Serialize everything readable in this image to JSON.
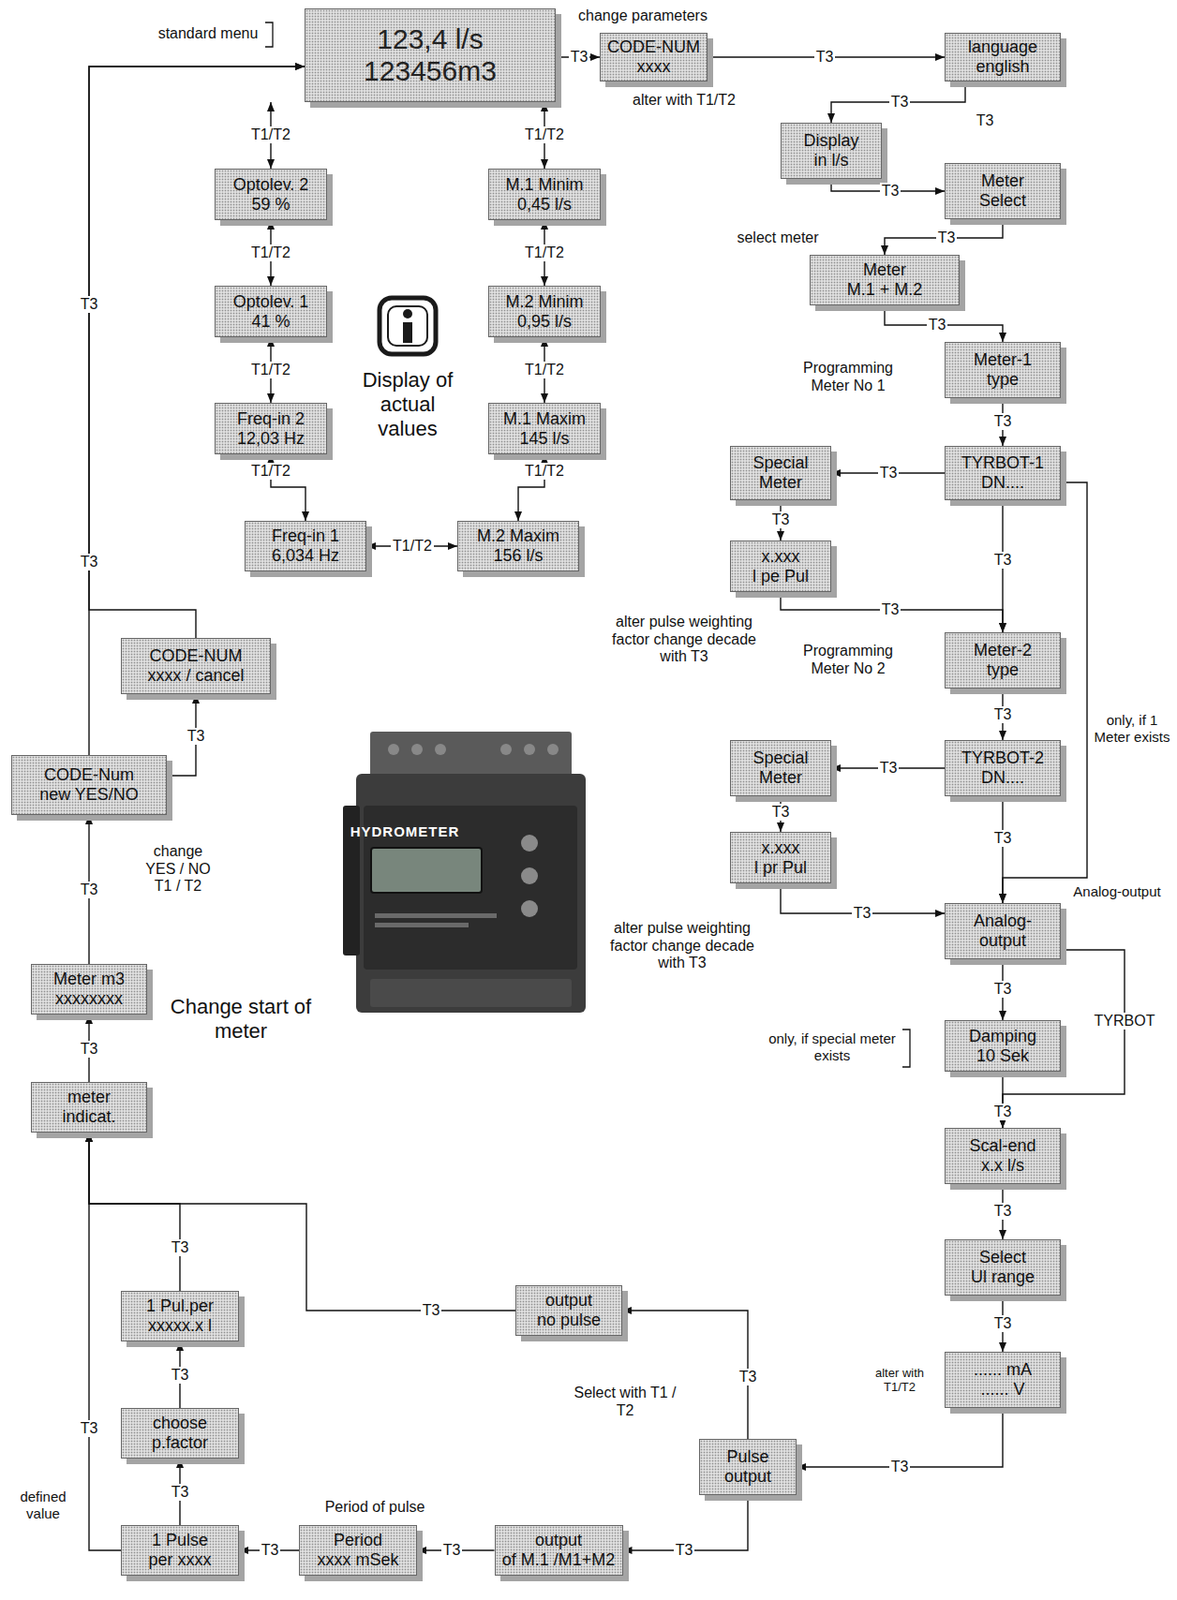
{
  "diagram": {
    "nodes": [
      {
        "text": [
          "123,4 l/s",
          "123456m3"
        ]
      },
      {
        "text": [
          "CODE-NUM",
          "xxxx"
        ]
      },
      {
        "text": [
          "language",
          "english"
        ]
      },
      {
        "text": [
          "Display",
          "in l/s"
        ]
      },
      {
        "text": [
          "Meter",
          "Select"
        ]
      },
      {
        "text": [
          "Meter",
          "M.1 + M.2"
        ]
      },
      {
        "text": [
          "Meter-1",
          "type"
        ]
      },
      {
        "text": [
          "TYRBOT-1",
          "DN...."
        ]
      },
      {
        "text": [
          "Special",
          "Meter"
        ]
      },
      {
        "text": [
          "x.xxx",
          "l pe Pul"
        ]
      },
      {
        "text": [
          "Meter-2",
          "type"
        ]
      },
      {
        "text": [
          "TYRBOT-2",
          "DN...."
        ]
      },
      {
        "text": [
          "Special",
          "Meter"
        ]
      },
      {
        "text": [
          "x.xxx",
          "l pr Pul"
        ]
      },
      {
        "text": [
          "Analog-",
          "output"
        ]
      },
      {
        "text": [
          "Damping",
          "10 Sek"
        ]
      },
      {
        "text": [
          "Scal-end",
          "x.x l/s"
        ]
      },
      {
        "text": [
          "Select",
          "Ul range"
        ]
      },
      {
        "text": [
          "...... mA",
          "...... V"
        ]
      },
      {
        "text": [
          "Pulse",
          "output"
        ]
      },
      {
        "text": [
          "output",
          "no pulse"
        ]
      },
      {
        "text": [
          "output",
          "of M.1 /M1+M2"
        ]
      },
      {
        "text": [
          "Period",
          "xxxx mSek"
        ]
      },
      {
        "text": [
          "1 Pulse",
          "per xxxx"
        ]
      },
      {
        "text": [
          "choose",
          "p.factor"
        ]
      },
      {
        "text": [
          "1 Pul.per",
          "xxxxx.x l"
        ]
      },
      {
        "text": [
          "meter",
          "indicat."
        ]
      },
      {
        "text": [
          "Meter m3",
          "xxxxxxxx"
        ]
      },
      {
        "text": [
          "CODE-Num",
          "new YES/NO"
        ]
      },
      {
        "text": [
          "CODE-NUM",
          "xxxx / cancel"
        ]
      },
      {
        "text": [
          "Optolev. 2",
          "59 %"
        ]
      },
      {
        "text": [
          "Optolev. 1",
          "41 %"
        ]
      },
      {
        "text": [
          "Freq-in 2",
          "12,03 Hz"
        ]
      },
      {
        "text": [
          "Freq-in 1",
          "6,034 Hz"
        ]
      },
      {
        "text": [
          "M.1 Minim",
          "0,45 l/s"
        ]
      },
      {
        "text": [
          "M.2 Minim",
          "0,95 l/s"
        ]
      },
      {
        "text": [
          "M.1 Maxim",
          "145 l/s"
        ]
      },
      {
        "text": [
          "M.2 Maxim",
          "156 l/s"
        ]
      }
    ],
    "edges": [
      {
        "from": 0,
        "to": 1,
        "arrow": "to",
        "label": "T3"
      },
      {
        "from": 1,
        "to": 2,
        "arrow": "to",
        "label": "T3"
      },
      {
        "from": 2,
        "to": 3,
        "arrow": "to",
        "label": "T3"
      },
      {
        "from": 3,
        "to": 4,
        "arrow": "to",
        "label": "T3"
      },
      {
        "from": 4,
        "to": 5,
        "arrow": "to",
        "label": "T3"
      },
      {
        "from": 5,
        "to": 6,
        "arrow": "to",
        "label": "T3"
      },
      {
        "from": 6,
        "to": 7,
        "arrow": "to",
        "label": "T3"
      },
      {
        "from": 7,
        "to": 8,
        "arrow": "to",
        "label": "T3"
      },
      {
        "from": 8,
        "to": 9,
        "arrow": "to",
        "label": "T3"
      },
      {
        "from": 9,
        "to": 10,
        "arrow": "to",
        "label": "T3"
      },
      {
        "from": 7,
        "to": 10,
        "arrow": "to",
        "label": "T3"
      },
      {
        "from": 7,
        "to": 14,
        "arrow": "to"
      },
      {
        "from": 10,
        "to": 11,
        "arrow": "to",
        "label": "T3"
      },
      {
        "from": 11,
        "to": 12,
        "arrow": "to",
        "label": "T3"
      },
      {
        "from": 12,
        "to": 13,
        "arrow": "to",
        "label": "T3"
      },
      {
        "from": 13,
        "to": 14,
        "arrow": "to",
        "label": "T3"
      },
      {
        "from": 11,
        "to": 14,
        "arrow": "to",
        "label": "T3"
      },
      {
        "from": 14,
        "to": 15,
        "arrow": "to",
        "label": "T3"
      },
      {
        "from": 14,
        "to": 16,
        "arrow": "to",
        "label": "TYRBOT"
      },
      {
        "from": 15,
        "to": 16,
        "arrow": "to",
        "label": "T3"
      },
      {
        "from": 16,
        "to": 17,
        "arrow": "to",
        "label": "T3"
      },
      {
        "from": 17,
        "to": 18,
        "arrow": "to",
        "label": "T3"
      },
      {
        "from": 18,
        "to": 19,
        "arrow": "to",
        "label": "T3"
      },
      {
        "from": 19,
        "to": 20,
        "arrow": "to",
        "label": "T3"
      },
      {
        "from": 19,
        "to": 21,
        "arrow": "to",
        "label": "T3"
      },
      {
        "from": 21,
        "to": 22,
        "arrow": "to",
        "label": "T3"
      },
      {
        "from": 22,
        "to": 23,
        "arrow": "to",
        "label": "T3"
      },
      {
        "from": 23,
        "to": 24,
        "arrow": "to",
        "label": "T3"
      },
      {
        "from": 24,
        "to": 25,
        "arrow": "to",
        "label": "T3"
      },
      {
        "from": 25,
        "to": 26,
        "arrow": "to",
        "label": "T3"
      },
      {
        "from": 20,
        "to": 26,
        "arrow": "to",
        "label": "T3"
      },
      {
        "from": 23,
        "to": 26,
        "arrow": "to",
        "label": "T3"
      },
      {
        "from": 26,
        "to": 27,
        "arrow": "to",
        "label": "T3"
      },
      {
        "from": 27,
        "to": 28,
        "arrow": "to",
        "label": "T3"
      },
      {
        "from": 28,
        "to": 29,
        "arrow": "to",
        "label": "T3"
      },
      {
        "from": 28,
        "to": 0,
        "arrow": "to",
        "label": "T3"
      },
      {
        "from": 29,
        "to": 0,
        "arrow": "to"
      },
      {
        "from": 0,
        "to": 30,
        "arrow": "both",
        "label": "T1/T2"
      },
      {
        "from": 0,
        "to": 34,
        "arrow": "both",
        "label": "T1/T2"
      },
      {
        "from": 30,
        "to": 31,
        "arrow": "both",
        "label": "T1/T2"
      },
      {
        "from": 31,
        "to": 32,
        "arrow": "both",
        "label": "T1/T2"
      },
      {
        "from": 32,
        "to": 33,
        "arrow": "both",
        "label": "T1/T2"
      },
      {
        "from": 33,
        "to": 37,
        "arrow": "both",
        "label": "T1/T2"
      },
      {
        "from": 37,
        "to": 36,
        "arrow": "both",
        "label": "T1/T2"
      },
      {
        "from": 36,
        "to": 35,
        "arrow": "both",
        "label": "T1/T2"
      },
      {
        "from": 35,
        "to": 34,
        "arrow": "both",
        "label": "T1/T2"
      }
    ],
    "labels": [
      "standard menu",
      "change parameters",
      "alter with T1/T2",
      "T3",
      "select meter",
      "Programming Meter No 1",
      "alter pulse weighting factor change decade with T3",
      "Programming Meter No 2",
      "only, if 1 Meter exists",
      "Analog-output",
      "alter pulse weighting factor change decade with T3",
      "only, if special meter exists",
      "alter with T1/T2",
      "Select with T1 / T2",
      "Period of pulse",
      "defined value",
      "T3",
      "change YES / NO T1 / T2",
      "Change start of meter",
      "Display of actual values",
      "HYDROMETER"
    ]
  }
}
